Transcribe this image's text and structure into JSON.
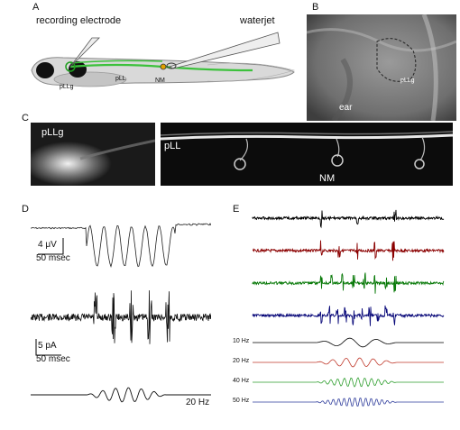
{
  "panels": {
    "a": {
      "letter": "A",
      "recording_electrode": "recording electrode",
      "waterjet": "waterjet",
      "pllg": "pLLg",
      "pll": "pLL",
      "nm": "NM"
    },
    "b": {
      "letter": "B",
      "ear": "ear",
      "pllg": "pLLg"
    },
    "c": {
      "letter": "C",
      "pllg": "pLLg",
      "pll": "pLL",
      "nm": "NM"
    },
    "d": {
      "letter": "D",
      "scale1_amp": "4 μV",
      "scale1_time": "50 msec",
      "scale2_amp": "5 pA",
      "scale2_time": "50 msec",
      "stim_freq": "20 Hz"
    },
    "e": {
      "letter": "E",
      "trace_colors": [
        "#000000",
        "#8b0000",
        "#0a7a0a",
        "#0a0a7a"
      ],
      "stim_labels": [
        "10 Hz",
        "20 Hz",
        "40 Hz",
        "50 Hz"
      ],
      "stim_colors": [
        "#000000",
        "#c0392b",
        "#2e9e2e",
        "#2f3d9c"
      ]
    }
  }
}
